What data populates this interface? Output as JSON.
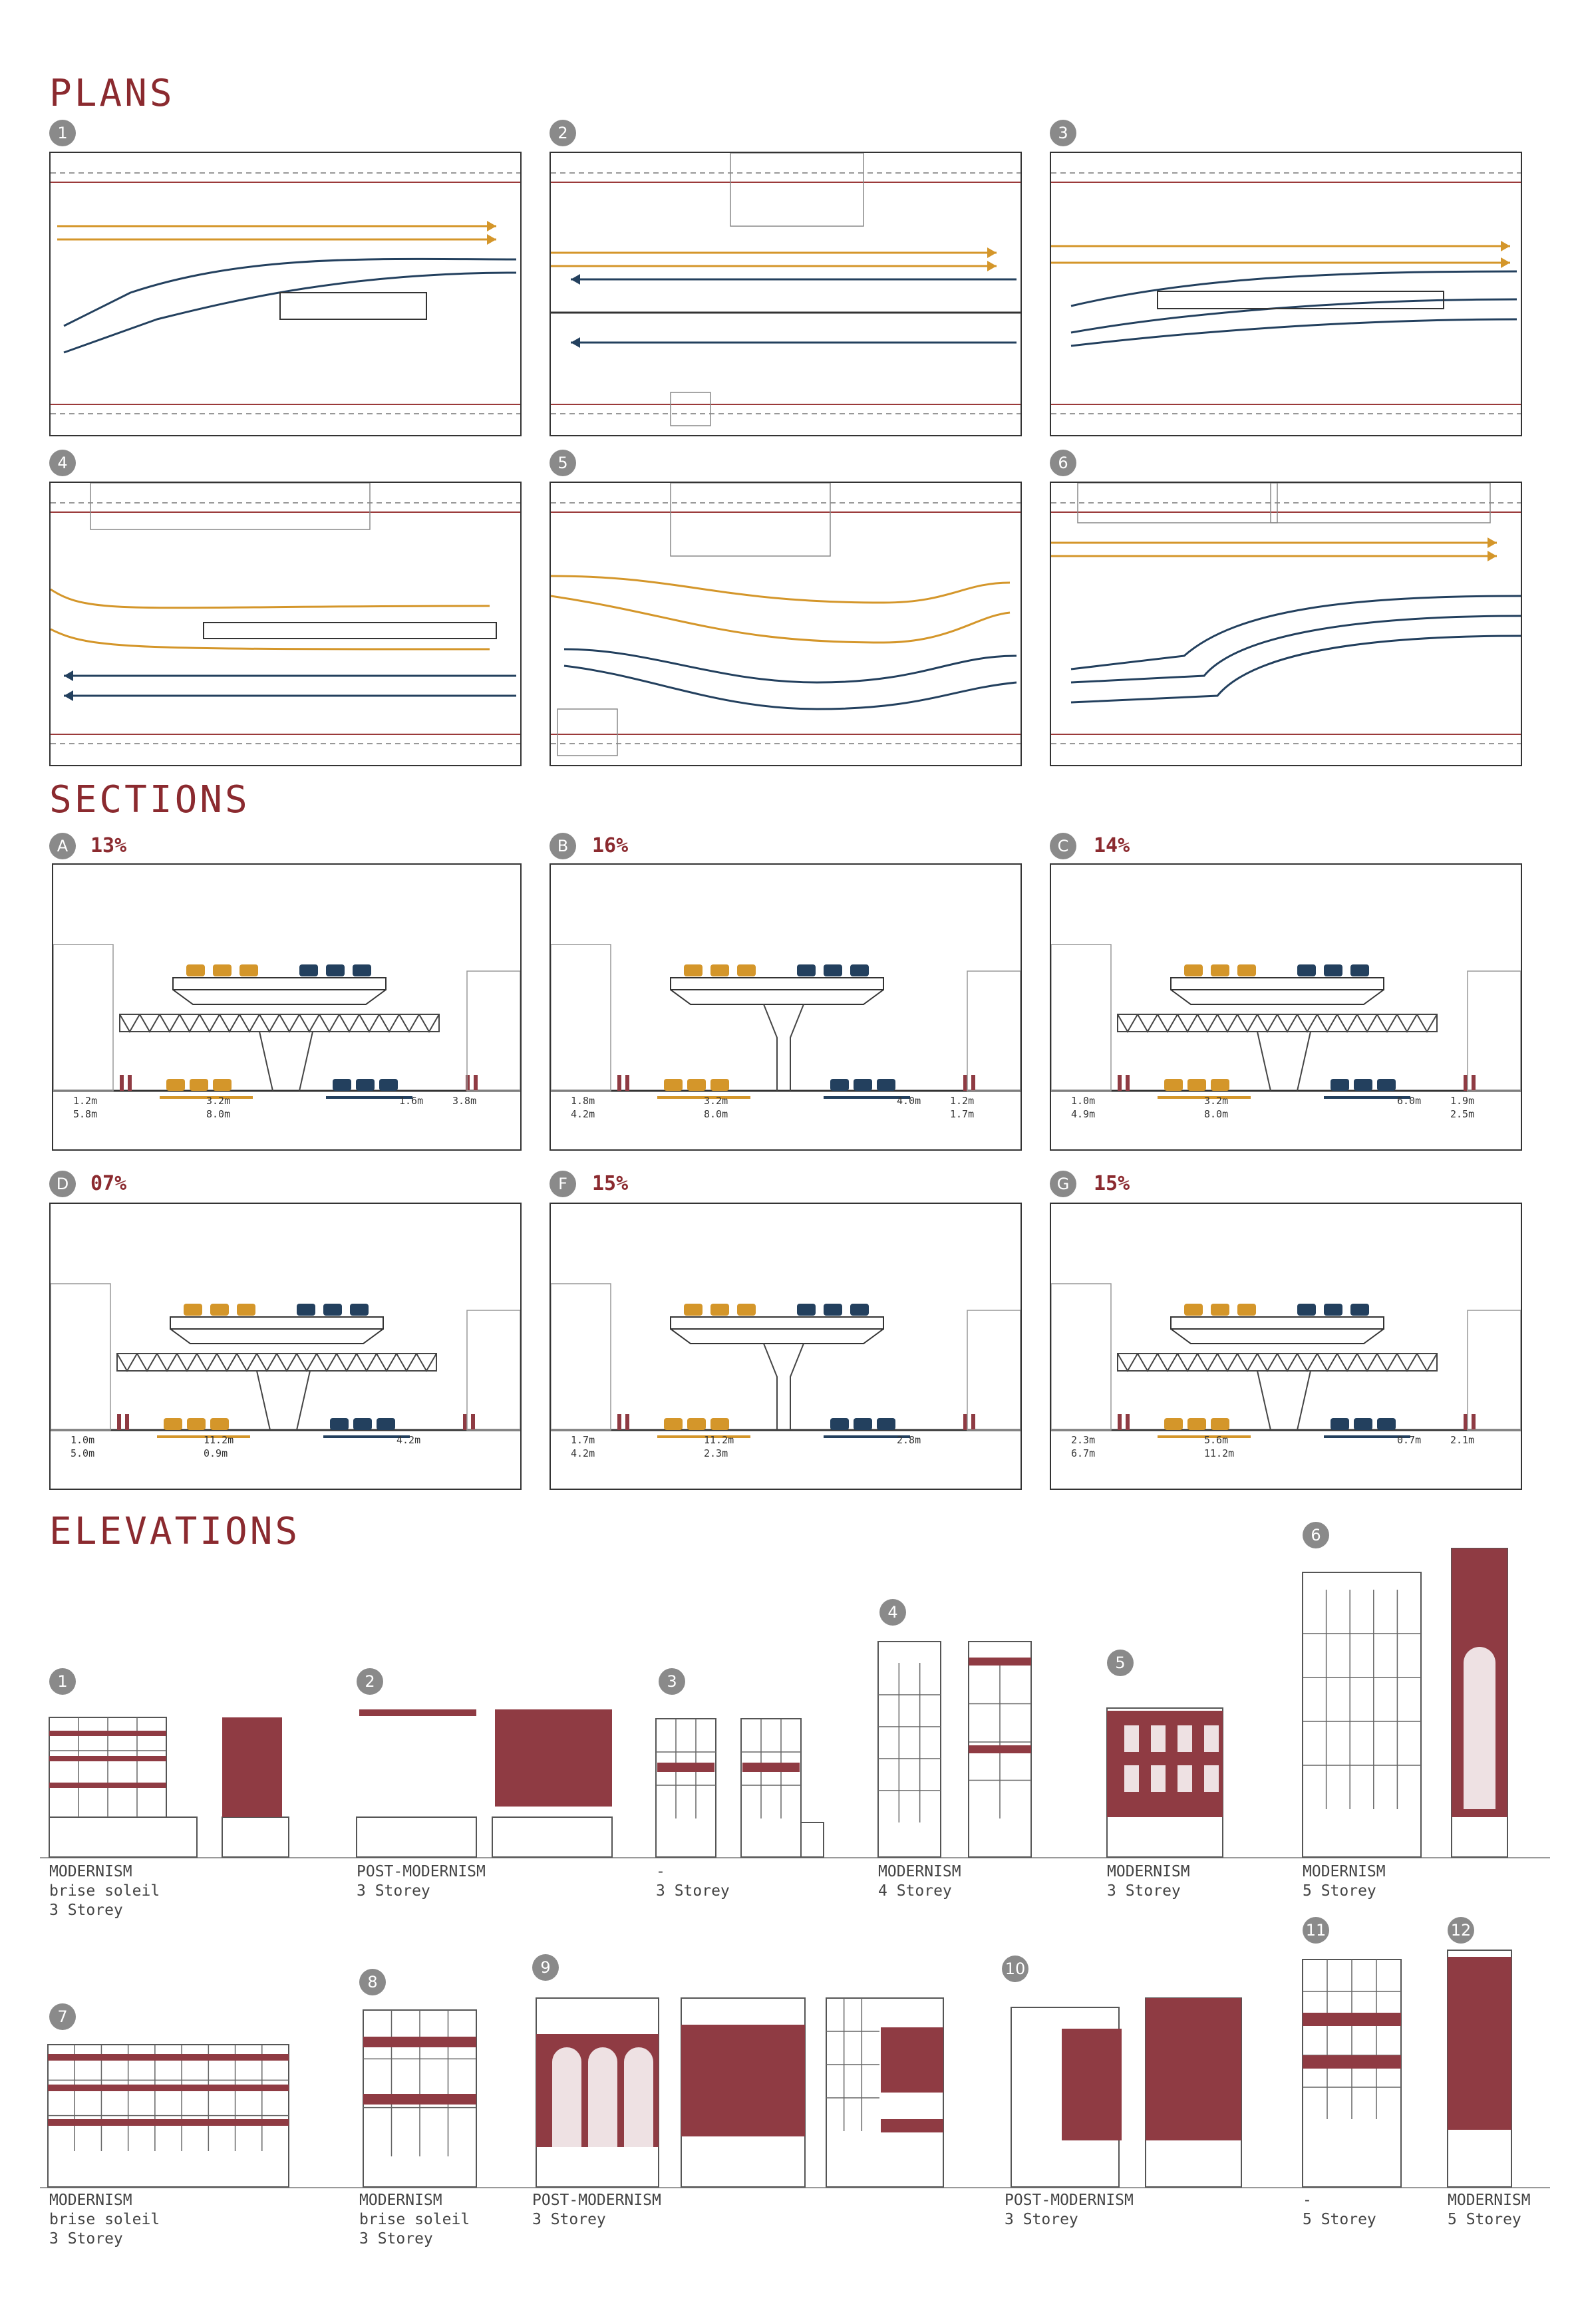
{
  "colors": {
    "accent": "#8b2a2f",
    "maroon": "#8f3b43",
    "gold": "#d4962a",
    "navy": "#23405e",
    "badge": "#8a8a8a",
    "line": "#333333"
  },
  "headings": {
    "plans": "PLANS",
    "sections": "SECTIONS",
    "elevations": "ELEVATIONS"
  },
  "plans": [
    {
      "num": "1"
    },
    {
      "num": "2"
    },
    {
      "num": "3"
    },
    {
      "num": "4"
    },
    {
      "num": "5"
    },
    {
      "num": "6"
    }
  ],
  "sections": [
    {
      "letter": "A",
      "pct": "13%",
      "dims": [
        "1.2m",
        "5.8m",
        "3.2m",
        "8.0m",
        "1.6m",
        "3.8m"
      ]
    },
    {
      "letter": "B",
      "pct": "16%",
      "dims": [
        "1.8m",
        "4.2m",
        "3.2m",
        "8.0m",
        "4.0m",
        "1.2m",
        "1.7m"
      ]
    },
    {
      "letter": "C",
      "pct": "14%",
      "dims": [
        "1.0m",
        "4.9m",
        "3.2m",
        "8.0m",
        "6.0m",
        "1.9m",
        "2.5m"
      ]
    },
    {
      "letter": "D",
      "pct": "07%",
      "dims": [
        "1.0m",
        "5.0m",
        "11.2m",
        "0.9m",
        "4.2m"
      ]
    },
    {
      "letter": "F",
      "pct": "15%",
      "dims": [
        "1.7m",
        "4.2m",
        "11.2m",
        "2.3m",
        "2.8m"
      ]
    },
    {
      "letter": "G",
      "pct": "15%",
      "dims": [
        "2.3m",
        "6.7m",
        "5.6m",
        "11.2m",
        "0.7m",
        "2.1m"
      ]
    }
  ],
  "elevations": [
    {
      "num": "1",
      "caption": "MODERNISM\nbrise soleil\n3 Storey"
    },
    {
      "num": "2",
      "caption": "POST-MODERNISM\n3 Storey"
    },
    {
      "num": "3",
      "caption": "-\n3 Storey"
    },
    {
      "num": "4",
      "caption": "MODERNISM\n4 Storey"
    },
    {
      "num": "5",
      "caption": "MODERNISM\n3 Storey"
    },
    {
      "num": "6",
      "caption": "MODERNISM\n5 Storey"
    },
    {
      "num": "7",
      "caption": "MODERNISM\nbrise soleil\n3 Storey"
    },
    {
      "num": "8",
      "caption": "MODERNISM\nbrise soleil\n3 Storey"
    },
    {
      "num": "9",
      "caption": "POST-MODERNISM\n3 Storey"
    },
    {
      "num": "10",
      "caption": "POST-MODERNISM\n3 Storey"
    },
    {
      "num": "11",
      "caption": "-\n5 Storey"
    },
    {
      "num": "12",
      "caption": "MODERNISM\n5 Storey"
    }
  ]
}
